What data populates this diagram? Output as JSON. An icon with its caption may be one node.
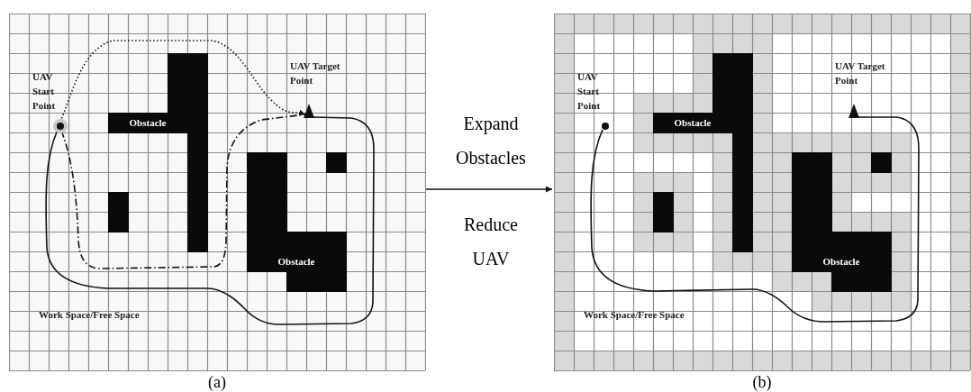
{
  "diagram": {
    "nodes": [
      {
        "text": [],
        "shape": "box",
        "beside": [
          "(a)"
        ]
      },
      {
        "text": [],
        "shape": "circle",
        "beside": [
          "UAV Start Point"
        ],
        "in": 0
      },
      {
        "text": [],
        "shape": "triangle",
        "beside": [
          "UAV Target Point"
        ],
        "in": 0
      },
      {
        "text": [
          "Obstacle"
        ],
        "in": 0
      },
      {
        "text": [],
        "shape": "box",
        "in": 0
      },
      {
        "text": [
          "Obstacle"
        ],
        "in": 0
      },
      {
        "text": [],
        "shape": "box",
        "in": 0
      },
      {
        "text": [],
        "shape": "box",
        "beside": [
          "(b)"
        ]
      },
      {
        "text": [],
        "shape": "circle",
        "beside": [
          "UAV Start Point"
        ],
        "in": 7
      },
      {
        "text": [],
        "shape": "triangle",
        "beside": [
          "UAV Target Point"
        ],
        "in": 7
      },
      {
        "text": [
          "Obstacle"
        ],
        "in": 7
      },
      {
        "text": [],
        "shape": "box",
        "in": 7
      },
      {
        "text": [
          "Obstacle"
        ],
        "in": 7
      },
      {
        "text": [],
        "shape": "box",
        "in": 7
      },
      {
        "text": [],
        "shape": "box",
        "in": 0
      },
      {
        "text": [],
        "shape": "box",
        "in": 0
      },
      {
        "text": [],
        "shape": "box",
        "in": 7
      },
      {
        "text": [],
        "shape": "box",
        "in": 7
      }
    ],
    "edges": [
      {
        "from": 1,
        "to": 2,
        "arrow": "to",
        "style": "dashed"
      },
      {
        "from": 1,
        "to": 2,
        "arrow": "none",
        "style": "dashed"
      },
      {
        "from": 1,
        "to": 2,
        "arrow": "none"
      },
      {
        "from": 0,
        "to": 7,
        "arrow": "to",
        "label": "Expand Obstacles"
      },
      {
        "from": 8,
        "to": 9,
        "arrow": "none"
      }
    ],
    "labels": [
      "Work Space/Free Space",
      "Reduce UAV",
      "Work Space/Free Space"
    ]
  }
}
